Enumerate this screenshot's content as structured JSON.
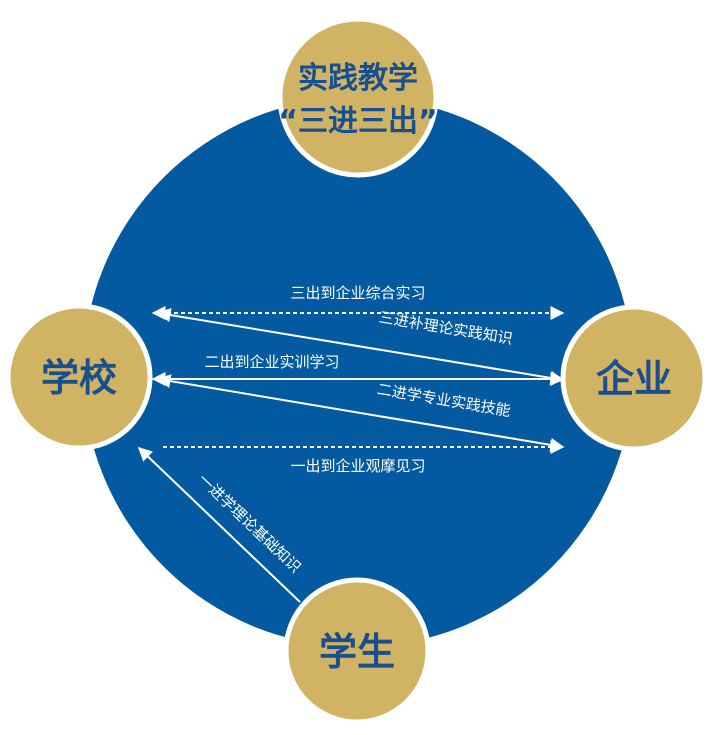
{
  "colors": {
    "main_circle": "#045aa0",
    "node_fill": "#d1b364",
    "node_border": "#ffffff",
    "node_text": "#1a4f8f",
    "flow_line": "#ffffff"
  },
  "nodes": {
    "top": {
      "line1": "实践教学",
      "line2": "“三进三出”"
    },
    "left": {
      "label": "学校"
    },
    "right": {
      "label": "企业"
    },
    "bottom": {
      "label": "学生"
    }
  },
  "flows": {
    "out3": {
      "label": "三出到企业综合实习",
      "style": "dashed"
    },
    "in3": {
      "label": "三进补理论实践知识",
      "style": "solid"
    },
    "out2": {
      "label": "二出到企业实训学习",
      "style": "solid"
    },
    "in2": {
      "label": "二进学专业实践技能",
      "style": "solid"
    },
    "out1": {
      "label": "一出到企业观摩见习",
      "style": "dashed"
    },
    "in1": {
      "label": "一进学理论基础知识",
      "style": "solid"
    }
  }
}
